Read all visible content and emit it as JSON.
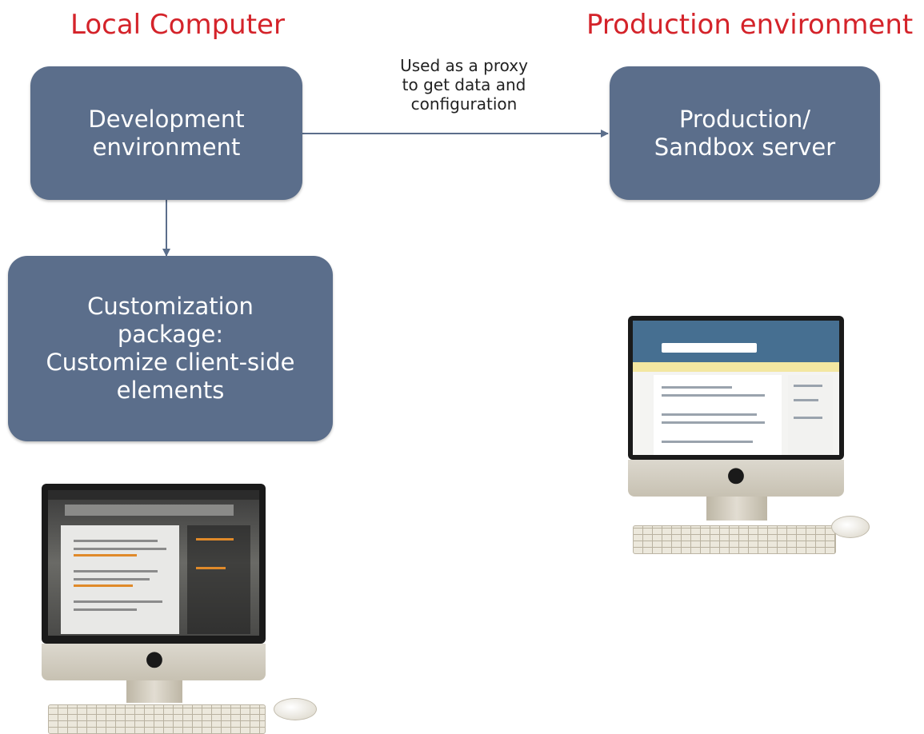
{
  "headings": {
    "left": "Local Computer",
    "right": "Production environment"
  },
  "boxes": {
    "development": "Development\nenvironment",
    "production": "Production/\nSandbox server",
    "customization": "Customization\npackage:\nCustomize client-side\nelements"
  },
  "edges": {
    "proxy_label": "Used as a proxy\nto get data and\nconfiguration"
  },
  "colors": {
    "heading": "#d4232a",
    "box_fill": "#5b6e8b",
    "arrow": "#5b6e8b"
  },
  "illustrations": {
    "left": "computer-monitor-icon",
    "right": "computer-monitor-icon"
  }
}
